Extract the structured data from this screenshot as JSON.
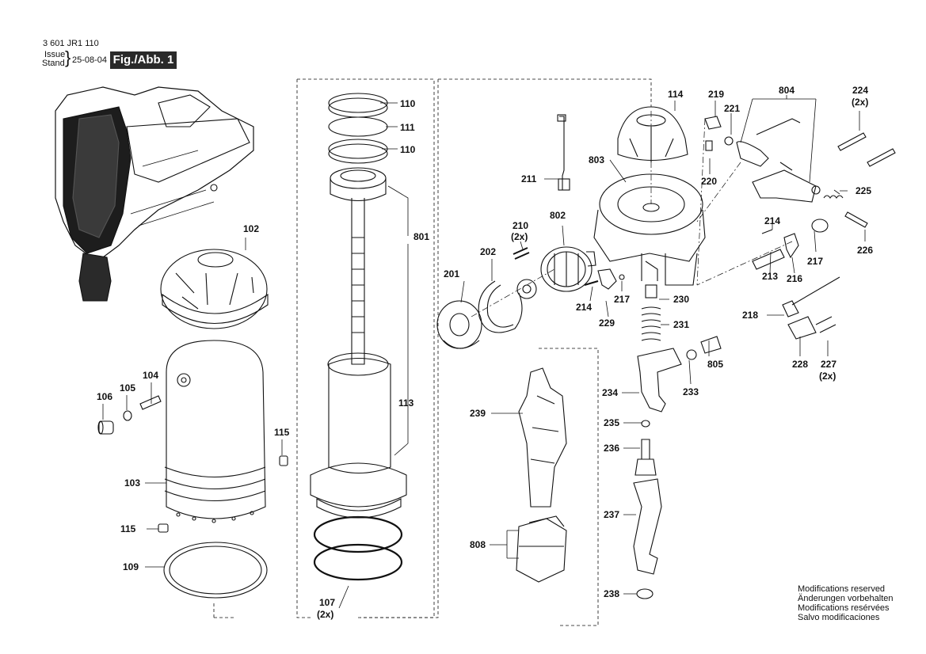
{
  "header": {
    "doc_number": "3 601 JR1 110",
    "issue_label": "Issue",
    "stand_label": "Stand",
    "date": "25-08-04",
    "fig_label": "Fig./Abb. 1"
  },
  "notice": [
    "Modifications reserved",
    "Änderungen vorbehalten",
    "Modifications resérvées",
    "Salvo modificaciones"
  ],
  "callouts": {
    "c110a": "110",
    "c111": "111",
    "c110b": "110",
    "c801": "801",
    "c113": "113",
    "c107": "107",
    "c107q": "(2x)",
    "c102": "102",
    "c103": "103",
    "c104": "104",
    "c105": "105",
    "c106": "106",
    "c115a": "115",
    "c115b": "115",
    "c109": "109",
    "c114": "114",
    "c219": "219",
    "c804": "804",
    "c224": "224",
    "c224q": "(2x)",
    "c221": "221",
    "c220": "220",
    "c225": "225",
    "c803": "803",
    "c211": "211",
    "c802": "802",
    "c210": "210",
    "c210q": "(2x)",
    "c214a": "214",
    "c226": "226",
    "c217a": "217",
    "c213": "213",
    "c216": "216",
    "c202": "202",
    "c201": "201",
    "c214b": "214",
    "c217b": "217",
    "c230": "230",
    "c229": "229",
    "c231": "231",
    "c218": "218",
    "c805": "805",
    "c228": "228",
    "c227": "227",
    "c227q": "(2x)",
    "c233": "233",
    "c234": "234",
    "c239": "239",
    "c235": "235",
    "c236": "236",
    "c237": "237",
    "c808": "808",
    "c238": "238"
  }
}
